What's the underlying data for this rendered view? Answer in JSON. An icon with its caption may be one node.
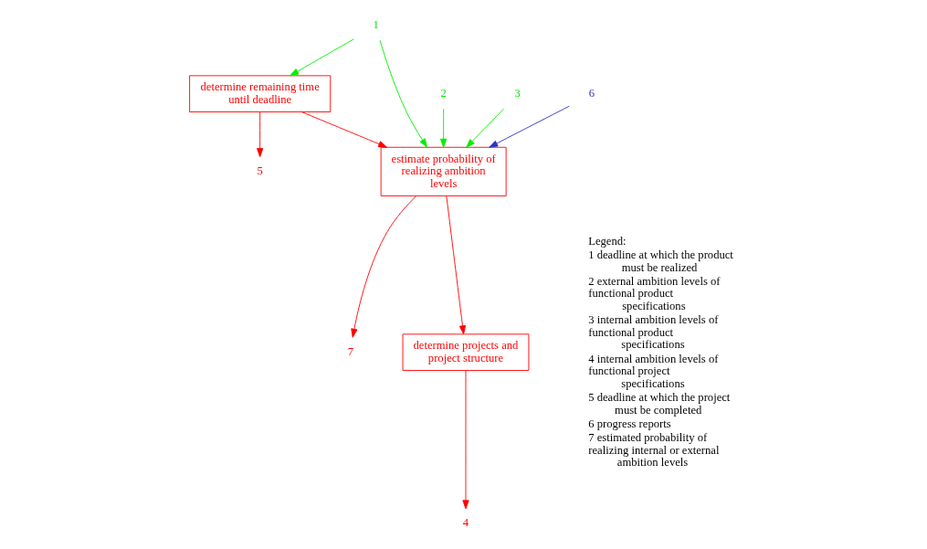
{
  "diagram": {
    "nodes": [
      {
        "text": [
          "1"
        ]
      },
      {
        "text": [
          "2"
        ]
      },
      {
        "text": [
          "3"
        ]
      },
      {
        "text": [
          "7"
        ]
      },
      {
        "text": [
          "estimate probability of realizing ambition levels"
        ]
      },
      {
        "text": [
          "determine remaining time until deadline"
        ]
      },
      {
        "text": [
          "determine projects and project structure"
        ]
      },
      {
        "text": [
          "5"
        ]
      },
      {
        "text": [
          "6"
        ]
      },
      {
        "text": [
          "4"
        ]
      }
    ],
    "edges": [
      {
        "from": 0,
        "to": 4,
        "arrow": "to",
        "color": "#00ee00"
      },
      {
        "from": 0,
        "to": 5,
        "arrow": "to",
        "color": "#00ee00"
      },
      {
        "from": 1,
        "to": 4,
        "arrow": "to",
        "color": "#00ee00"
      },
      {
        "from": 2,
        "to": 4,
        "arrow": "to",
        "color": "#00ee00"
      },
      {
        "from": 4,
        "to": 3,
        "arrow": "to"
      },
      {
        "from": 5,
        "to": 4,
        "arrow": "to"
      },
      {
        "from": 8,
        "to": 4,
        "arrow": "to",
        "color": "#3030c0"
      },
      {
        "from": 4,
        "to": 6,
        "arrow": "to"
      },
      {
        "from": 5,
        "to": 7,
        "arrow": "to"
      },
      {
        "from": 6,
        "to": 9,
        "arrow": "to"
      }
    ],
    "labels": [
      "Legend:",
      "1 deadline at which the product must be realized",
      "2 external ambition levels of functional product specifications",
      "3 internal ambition levels of functional product specifications",
      "4 internal ambition levels of functional project specifications",
      "5 deadline at which the project must be completed",
      "6 progress reports",
      "7 estimated probability of realizing internal or external ambition levels"
    ]
  }
}
